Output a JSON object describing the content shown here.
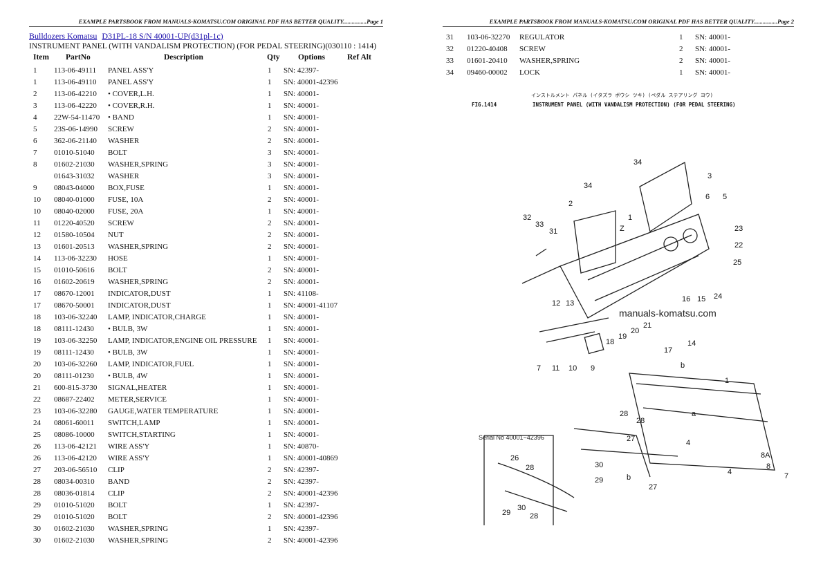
{
  "page1": {
    "header": "EXAMPLE PARTSBOOK FROM MANUALS-KOMATSU.COM ORIGINAL PDF HAS BETTER QUALITY................Page 1",
    "breadcrumb": [
      "Bulldozers Komatsu",
      "D31PL-18 S/N 40001-UP(d31pl-1c)"
    ],
    "title": "INSTRUMENT PANEL (WITH VANDALISM PROTECTION) (FOR PEDAL STEERING)(030110 : 1414)",
    "columns": [
      "Item",
      "PartNo",
      "Description",
      "Qty",
      "Options",
      "Ref Alt"
    ],
    "rows": [
      [
        "1",
        "113-06-49111",
        "PANEL ASS'Y",
        "1",
        "SN: 42397-"
      ],
      [
        "1",
        "113-06-49110",
        "PANEL ASS'Y",
        "1",
        "SN: 40001-42396"
      ],
      [
        "2",
        "113-06-42210",
        "• COVER,L.H.",
        "1",
        "SN: 40001-"
      ],
      [
        "3",
        "113-06-42220",
        "• COVER,R.H.",
        "1",
        "SN: 40001-"
      ],
      [
        "4",
        "22W-54-11470",
        "• BAND",
        "1",
        "SN: 40001-"
      ],
      [
        "5",
        "23S-06-14990",
        "SCREW",
        "2",
        "SN: 40001-"
      ],
      [
        "6",
        "362-06-21140",
        "WASHER",
        "2",
        "SN: 40001-"
      ],
      [
        "7",
        "01010-51040",
        "BOLT",
        "3",
        "SN: 40001-"
      ],
      [
        "8",
        "01602-21030",
        "WASHER,SPRING",
        "3",
        "SN: 40001-"
      ],
      [
        "",
        "01643-31032",
        "WASHER",
        "3",
        "SN: 40001-"
      ],
      [
        "9",
        "08043-04000",
        "BOX,FUSE",
        "1",
        "SN: 40001-"
      ],
      [
        "10",
        "08040-01000",
        "FUSE, 10A",
        "2",
        "SN: 40001-"
      ],
      [
        "10",
        "08040-02000",
        "FUSE, 20A",
        "1",
        "SN: 40001-"
      ],
      [
        "11",
        "01220-40520",
        "SCREW",
        "2",
        "SN: 40001-"
      ],
      [
        "12",
        "01580-10504",
        "NUT",
        "2",
        "SN: 40001-"
      ],
      [
        "13",
        "01601-20513",
        "WASHER,SPRING",
        "2",
        "SN: 40001-"
      ],
      [
        "14",
        "113-06-32230",
        "HOSE",
        "1",
        "SN: 40001-"
      ],
      [
        "15",
        "01010-50616",
        "BOLT",
        "2",
        "SN: 40001-"
      ],
      [
        "16",
        "01602-20619",
        "WASHER,SPRING",
        "2",
        "SN: 40001-"
      ],
      [
        "17",
        "08670-12001",
        "INDICATOR,DUST",
        "1",
        "SN: 41108-"
      ],
      [
        "17",
        "08670-50001",
        "INDICATOR,DUST",
        "1",
        "SN: 40001-41107"
      ],
      [
        "18",
        "103-06-32240",
        "LAMP, INDICATOR,CHARGE",
        "1",
        "SN: 40001-"
      ],
      [
        "18",
        "08111-12430",
        "• BULB, 3W",
        "1",
        "SN: 40001-"
      ],
      [
        "19",
        "103-06-32250",
        "LAMP, INDICATOR,ENGINE OIL PRESSURE",
        "1",
        "SN: 40001-"
      ],
      [
        "19",
        "08111-12430",
        "• BULB, 3W",
        "1",
        "SN: 40001-"
      ],
      [
        "20",
        "103-06-32260",
        "LAMP, INDICATOR,FUEL",
        "1",
        "SN: 40001-"
      ],
      [
        "20",
        "08111-01230",
        "• BULB, 4W",
        "1",
        "SN: 40001-"
      ],
      [
        "21",
        "600-815-3730",
        "SIGNAL,HEATER",
        "1",
        "SN: 40001-"
      ],
      [
        "22",
        "08687-22402",
        "METER,SERVICE",
        "1",
        "SN: 40001-"
      ],
      [
        "23",
        "103-06-32280",
        "GAUGE,WATER TEMPERATURE",
        "1",
        "SN: 40001-"
      ],
      [
        "24",
        "08061-60011",
        "SWITCH,LAMP",
        "1",
        "SN: 40001-"
      ],
      [
        "25",
        "08086-10000",
        "SWITCH,STARTING",
        "1",
        "SN: 40001-"
      ],
      [
        "26",
        "113-06-42121",
        "WIRE ASS'Y",
        "1",
        "SN: 40870-"
      ],
      [
        "26",
        "113-06-42120",
        "WIRE ASS'Y",
        "1",
        "SN: 40001-40869"
      ],
      [
        "27",
        "203-06-56510",
        "CLIP",
        "2",
        "SN: 42397-"
      ],
      [
        "28",
        "08034-00310",
        "BAND",
        "2",
        "SN: 42397-"
      ],
      [
        "28",
        "08036-01814",
        "CLIP",
        "2",
        "SN: 40001-42396"
      ],
      [
        "29",
        "01010-51020",
        "BOLT",
        "1",
        "SN: 42397-"
      ],
      [
        "29",
        "01010-51020",
        "BOLT",
        "2",
        "SN: 40001-42396"
      ],
      [
        "30",
        "01602-21030",
        "WASHER,SPRING",
        "1",
        "SN: 42397-"
      ],
      [
        "30",
        "01602-21030",
        "WASHER,SPRING",
        "2",
        "SN: 40001-42396"
      ]
    ]
  },
  "page2": {
    "header": "EXAMPLE PARTSBOOK FROM MANUALS-KOMATSU.COM ORIGINAL PDF HAS BETTER QUALITY................Page 2",
    "rows": [
      [
        "31",
        "103-06-32270",
        "REGULATOR",
        "1",
        "SN: 40001-"
      ],
      [
        "32",
        "01220-40408",
        "SCREW",
        "2",
        "SN: 40001-"
      ],
      [
        "33",
        "01601-20410",
        "WASHER,SPRING",
        "2",
        "SN: 40001-"
      ],
      [
        "34",
        "09460-00002",
        "LOCK",
        "1",
        "SN: 40001-"
      ]
    ],
    "figure": {
      "fig_no": "FIG.1414",
      "caption": "INSTRUMENT PANEL (WITH VANDALISM PROTECTION) (FOR PEDAL STEERING)",
      "caption_jp": "インストルメント パネル (イタズラ ボウシ ツキ) (ペダル ステアリング ヨウ)",
      "watermark": "manuals-komatsu.com",
      "serial_note": "Serial No 40001~42396",
      "callouts": [
        "34",
        "3",
        "34",
        "2",
        "1",
        "6",
        "5",
        "32",
        "33",
        "31",
        "Z",
        "23",
        "22",
        "25",
        "12",
        "13",
        "16",
        "15",
        "24",
        "21",
        "20",
        "19",
        "18",
        "14",
        "17",
        "7",
        "11",
        "10",
        "9",
        "b",
        "1",
        "a",
        "28",
        "28",
        "27",
        "30",
        "29",
        "b",
        "4",
        "4",
        "8A",
        "8",
        "7",
        "26",
        "28",
        "29",
        "30",
        "28",
        "27"
      ]
    }
  }
}
